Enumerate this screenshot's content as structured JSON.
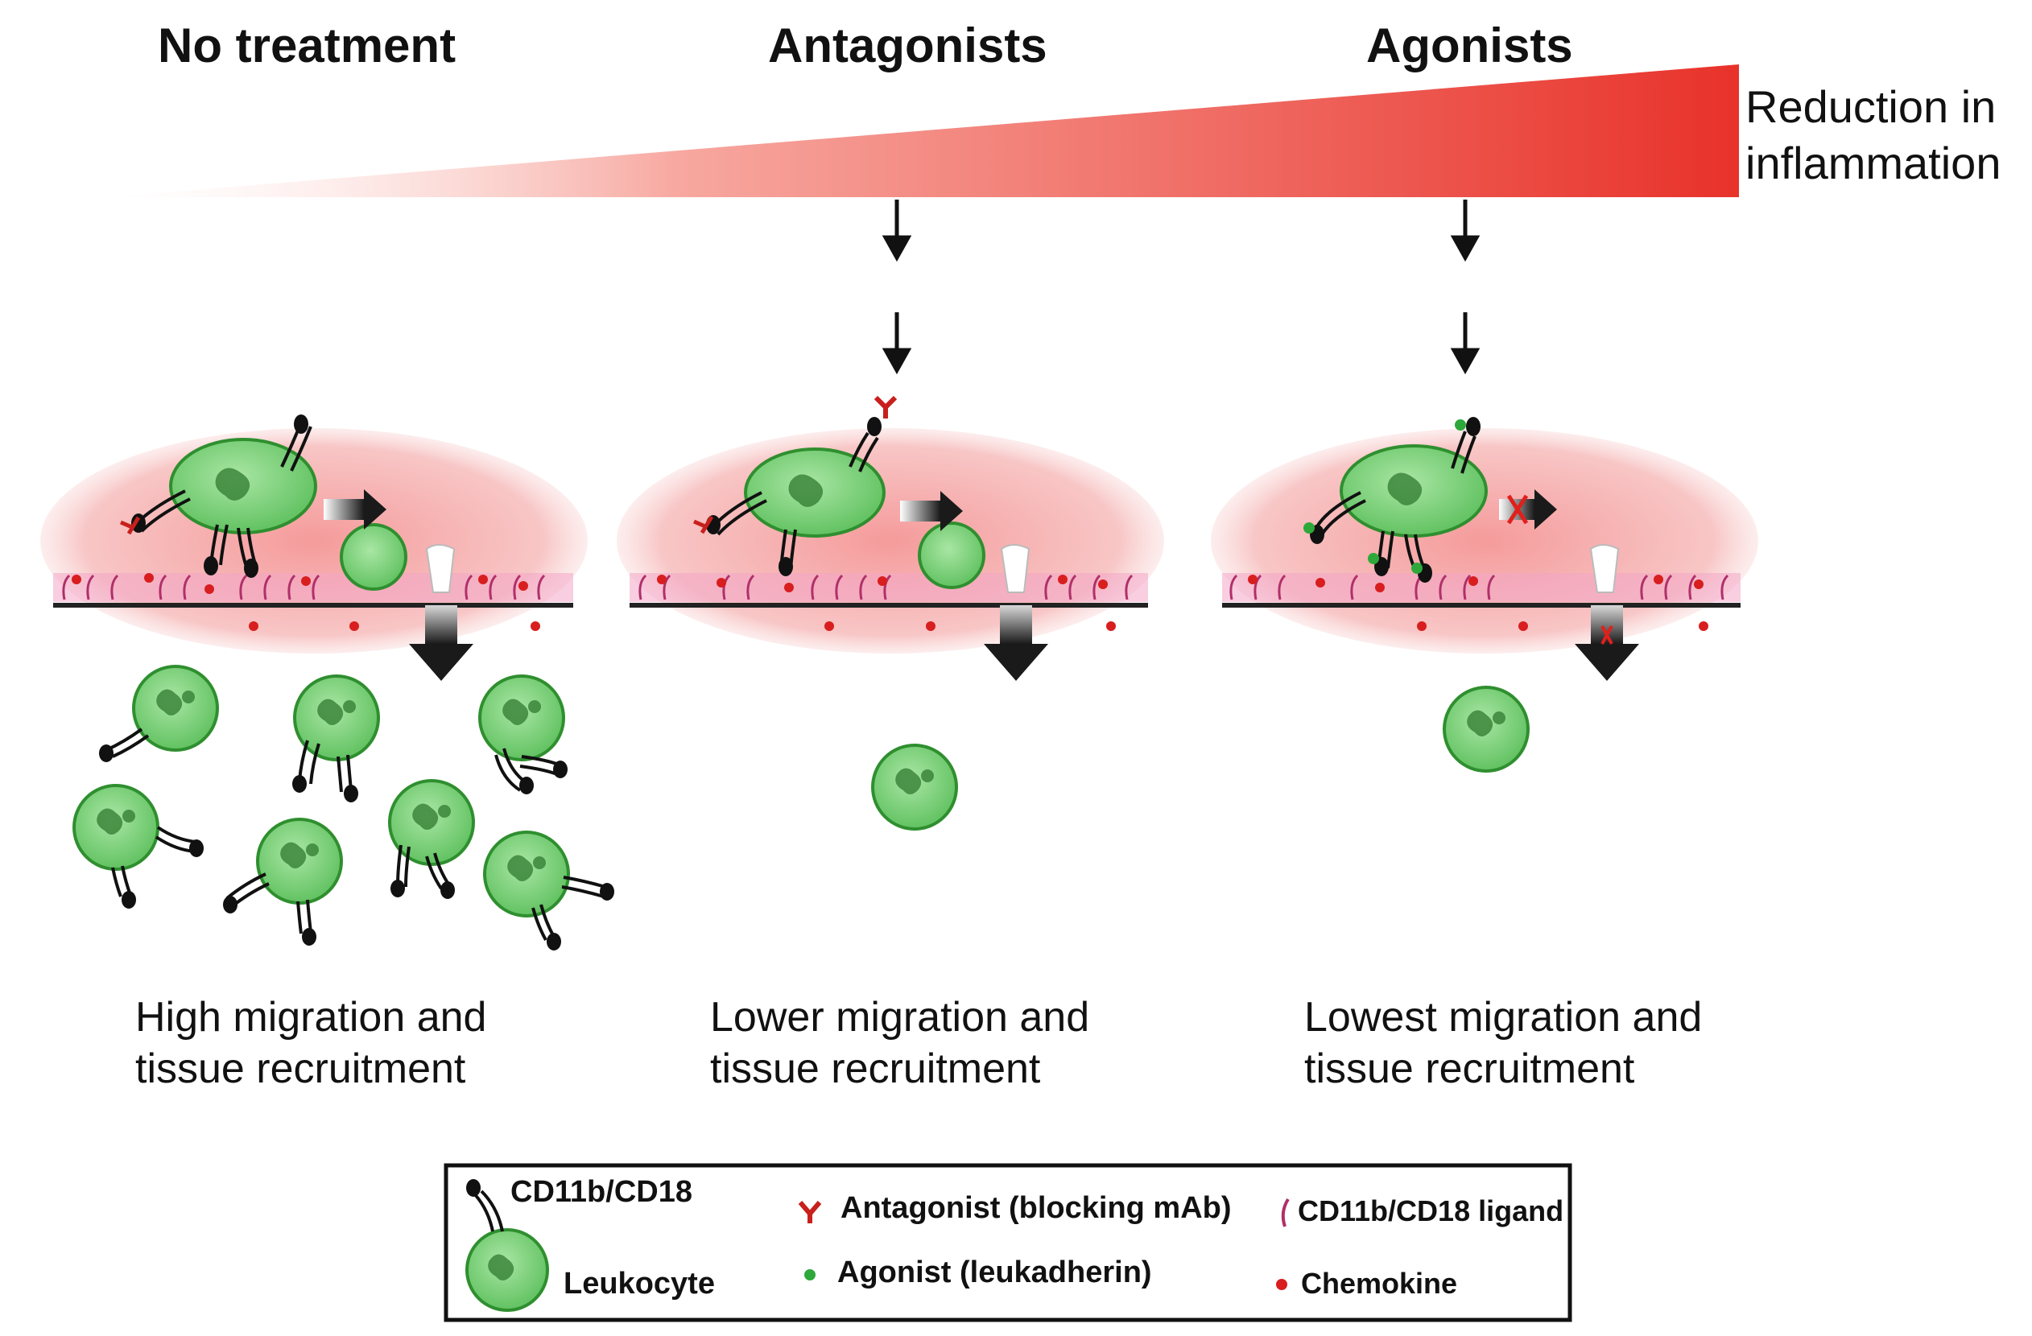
{
  "headers": {
    "no_treatment": "No treatment",
    "antagonists": "Antagonists",
    "agonists": "Agonists"
  },
  "gradient_label": {
    "line1": "Reduction in",
    "line2": "inflammation"
  },
  "captions": {
    "no_treatment": {
      "line1": "High migration and",
      "line2": "tissue recruitment"
    },
    "antagonists": {
      "line1": "Lower migration and",
      "line2": "tissue recruitment"
    },
    "agonists": {
      "line1": "Lowest migration and",
      "line2": "tissue recruitment"
    }
  },
  "legend": {
    "integrin": "CD11b/CD18",
    "leukocyte": "Leukocyte",
    "antagonist": "Antagonist (blocking mAb)",
    "agonist": "Agonist (leukadherin)",
    "ligand": "CD11b/CD18 ligand",
    "chemokine": "Chemokine"
  },
  "colors": {
    "cell_fill": "#7ed07e",
    "cell_stroke": "#2f8f2f",
    "gradient_red": "#e8322a",
    "antagonist_red": "#c8201c",
    "agonist_green": "#2ea83a",
    "chemokine_red": "#d81e1e"
  }
}
